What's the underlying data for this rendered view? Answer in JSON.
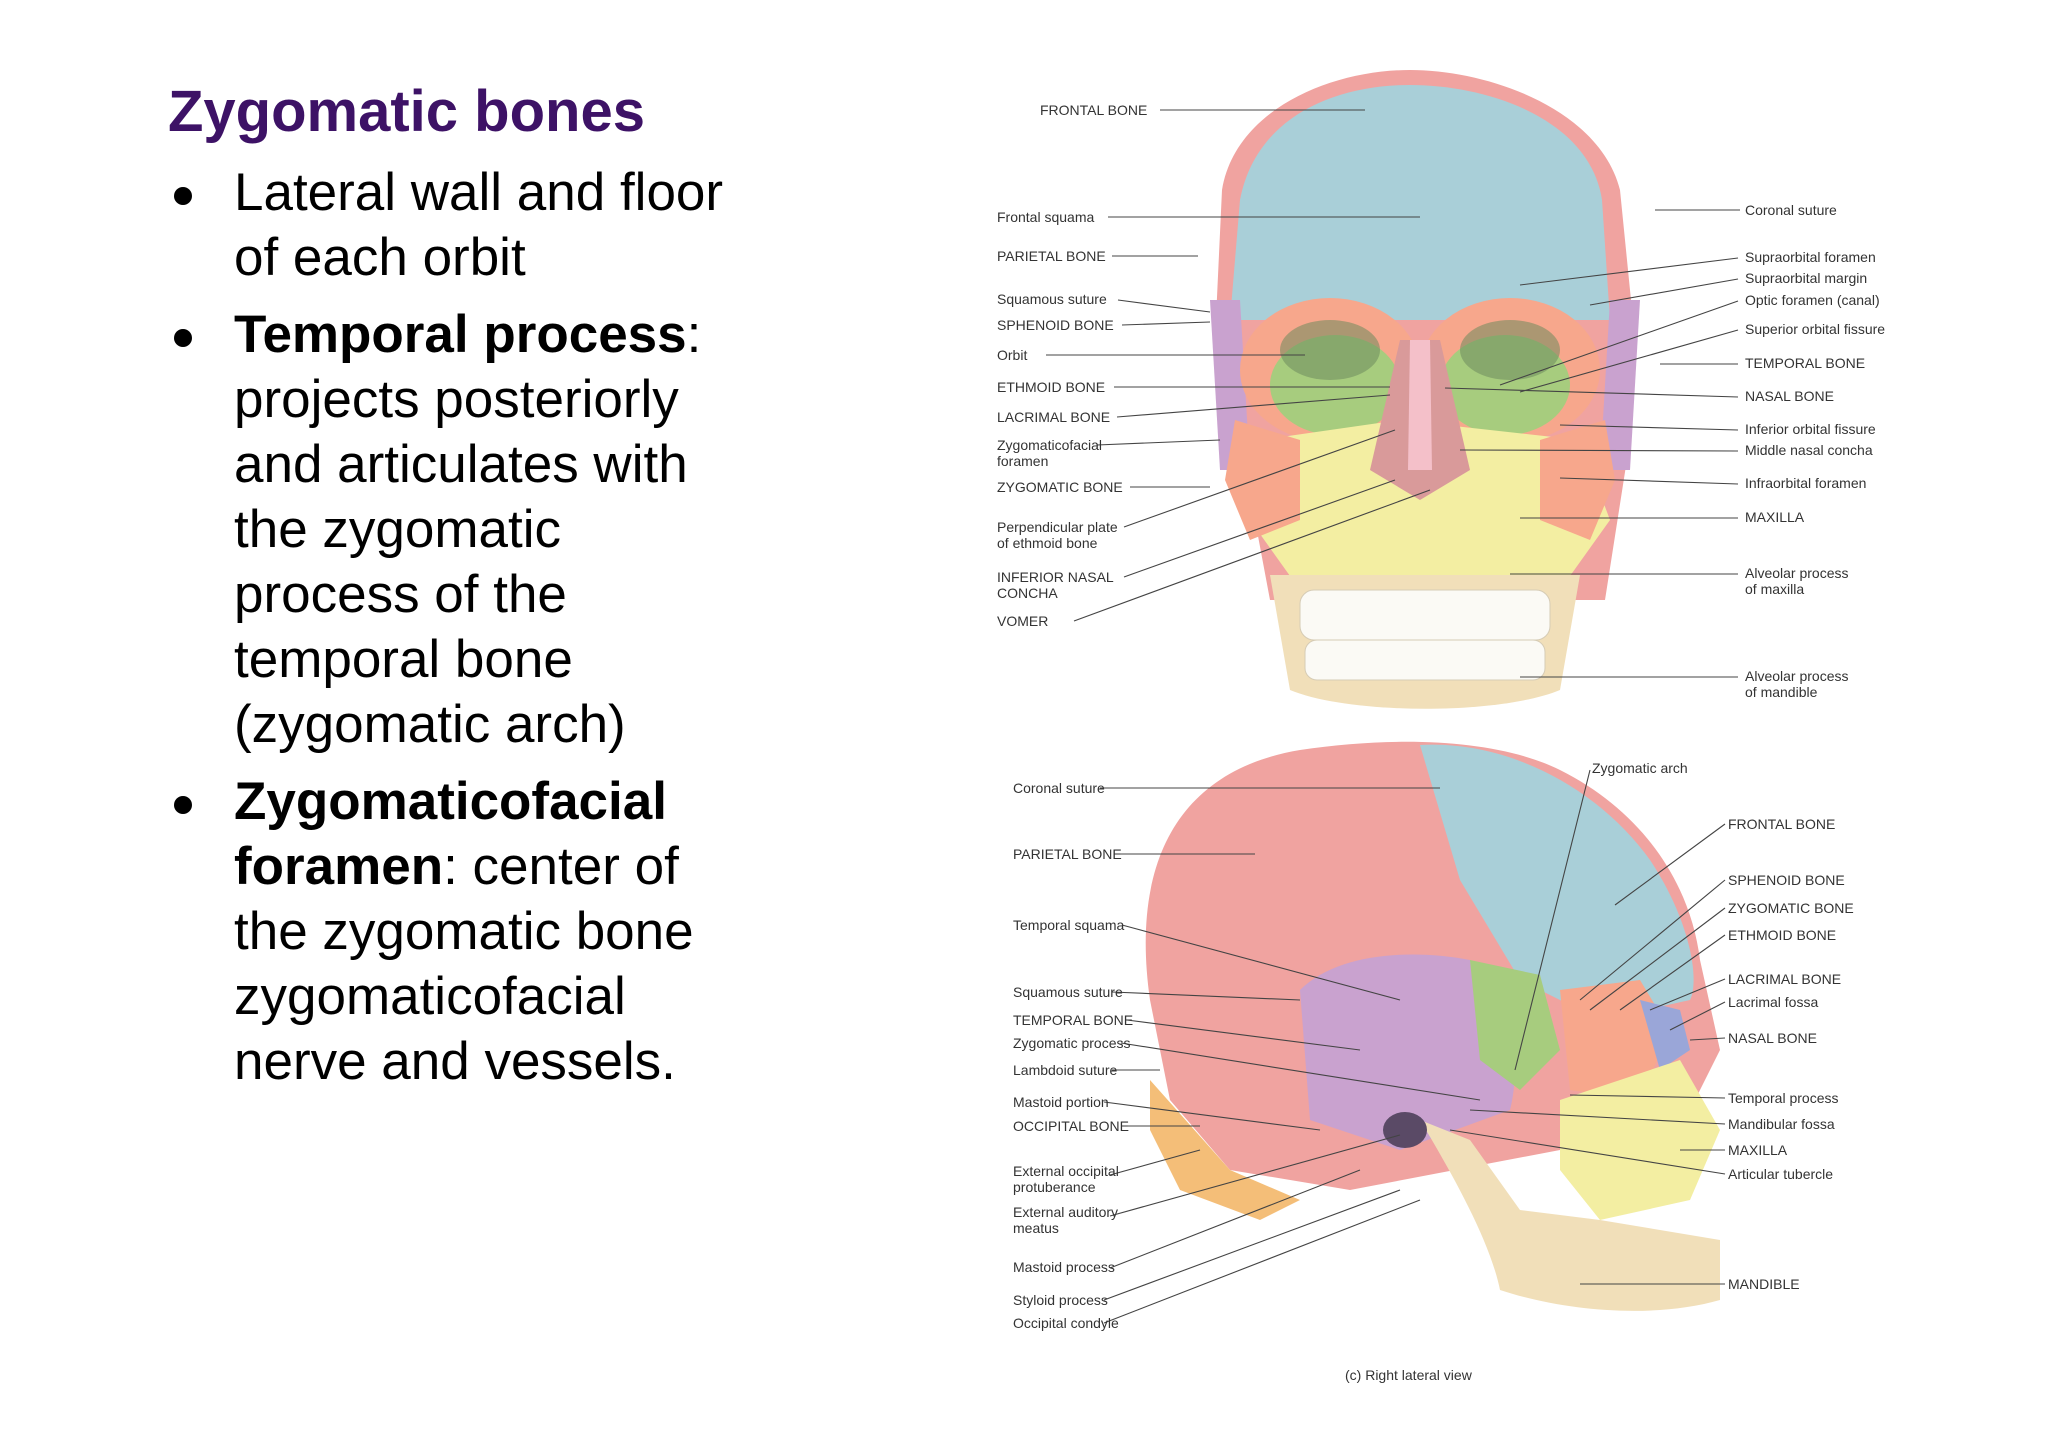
{
  "title": "Zygomatic bones",
  "bullets": [
    {
      "bold": "",
      "text": "Lateral wall and floor of each orbit"
    },
    {
      "bold": "Temporal process",
      "text": ": projects posteriorly and articulates with the zygomatic process of the temporal bone (zygomatic arch)"
    },
    {
      "bold": "Zygomaticofacial foramen",
      "text": ": center of the zygomatic bone zygomaticofacial nerve and vessels."
    }
  ],
  "anterior_view": {
    "labels_left": [
      "FRONTAL BONE",
      "Frontal squama",
      "PARIETAL BONE",
      "Squamous suture",
      "SPHENOID BONE",
      "Orbit",
      "ETHMOID BONE",
      "LACRIMAL BONE",
      "Zygomaticofacial",
      "foramen",
      "ZYGOMATIC BONE",
      "Perpendicular plate",
      "of ethmoid bone",
      "INFERIOR NASAL",
      "CONCHA",
      "VOMER"
    ],
    "labels_right": [
      "Coronal suture",
      "Supraorbital foramen",
      "Supraorbital margin",
      "Optic foramen (canal)",
      "Superior orbital fissure",
      "TEMPORAL BONE",
      "NASAL BONE",
      "Inferior orbital fissure",
      "Middle nasal concha",
      "Infraorbital foramen",
      "MAXILLA",
      "Alveolar process",
      "of maxilla",
      "Alveolar process",
      "of mandible"
    ]
  },
  "lateral_view": {
    "labels_left": [
      "Coronal suture",
      "PARIETAL BONE",
      "Temporal squama",
      "Squamous suture",
      "TEMPORAL BONE",
      "Zygomatic process",
      "Lambdoid suture",
      "Mastoid portion",
      "OCCIPITAL BONE",
      "External occipital",
      "protuberance",
      "External auditory",
      "meatus",
      "Mastoid process",
      "Styloid process",
      "Occipital condyle"
    ],
    "labels_right": [
      "Zygomatic arch",
      "FRONTAL BONE",
      "SPHENOID BONE",
      "ZYGOMATIC BONE",
      "ETHMOID BONE",
      "LACRIMAL BONE",
      "Lacrimal fossa",
      "NASAL BONE",
      "Temporal process",
      "Mandibular fossa",
      "MAXILLA",
      "Articular tubercle",
      "MANDIBLE"
    ],
    "caption": "(c) Right lateral view"
  },
  "colors": {
    "title": "#3d1266",
    "frontal": "#a9cfd8",
    "parietal": "#f0a3a0",
    "sphenoid": "#a7cc7e",
    "zygomatic": "#f7a78c",
    "maxilla": "#f3eea2",
    "temporal": "#c9a2cf",
    "occipital": "#f4be78",
    "mandible": "#f1dfb9",
    "nasal": "#f4c0c9"
  }
}
